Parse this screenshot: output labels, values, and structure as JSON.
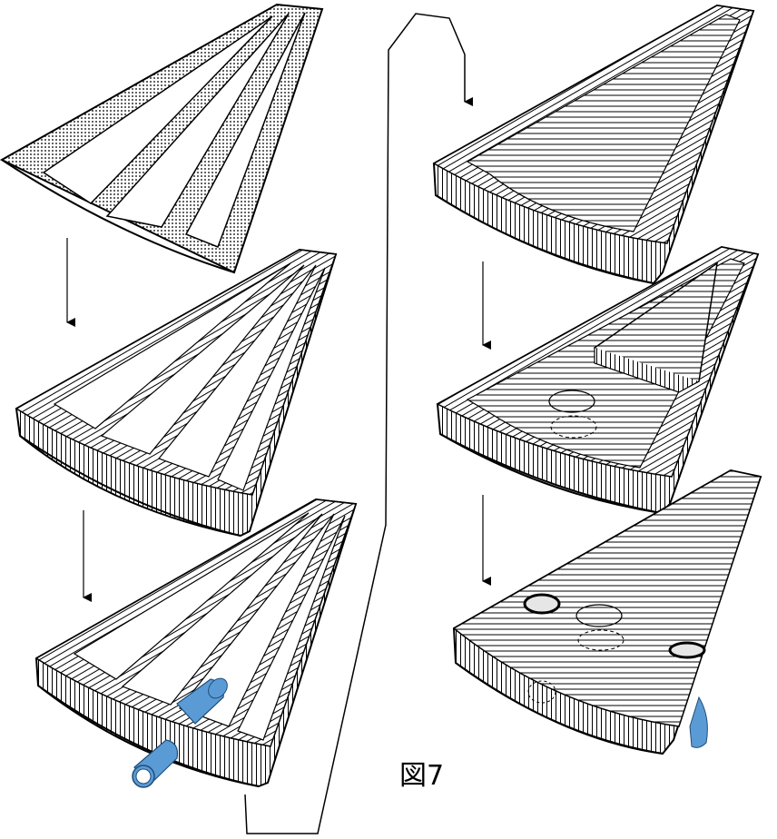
{
  "figure": {
    "label": "図7",
    "colors": {
      "stroke": "#000000",
      "background": "#ffffff",
      "pipe_fill": "#5b9bd5",
      "pipe_stroke": "#1f4e79",
      "hole_fill": "#e6e6e6",
      "dotted_fill": "#555555"
    },
    "steps": [
      {
        "id": "frame-stage-1",
        "description_icon": "dotted-frame-icon"
      },
      {
        "id": "frame-stage-2",
        "description_icon": "hatched-frame-icon"
      },
      {
        "id": "frame-stage-3",
        "description_icon": "frame-with-pipe-icon"
      },
      {
        "id": "frame-stage-4",
        "description_icon": "filled-panel-icon"
      },
      {
        "id": "frame-stage-5",
        "description_icon": "panel-with-cutout-icon"
      },
      {
        "id": "frame-stage-6",
        "description_icon": "panel-with-holes-icon"
      }
    ]
  }
}
